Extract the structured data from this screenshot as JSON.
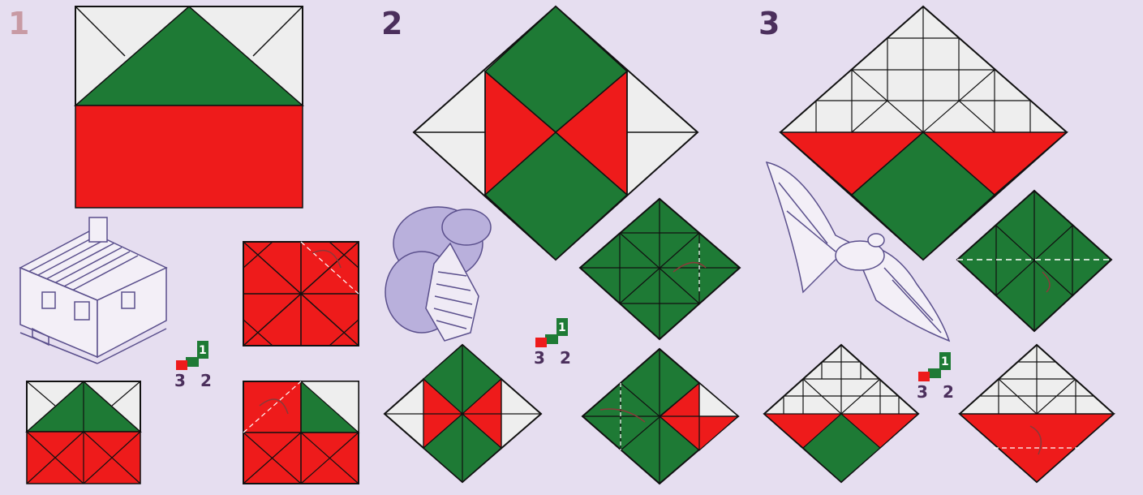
{
  "steps": [
    {
      "number": "1"
    },
    {
      "number": "2"
    },
    {
      "number": "3"
    }
  ],
  "colors": {
    "background": "#e6def0",
    "green": "#1e7a35",
    "red": "#ee1b1b",
    "white": "#eeeeee",
    "line": "#111111",
    "sketch": "#5a4f8c"
  },
  "icons": [
    "house-sketch-icon",
    "pine-branch-sketch-icon",
    "bat-sketch-icon",
    "rotation-hint-icon"
  ],
  "rotation_hints": [
    {
      "labels": [
        "1",
        "2",
        "3"
      ]
    },
    {
      "labels": [
        "1",
        "2",
        "3"
      ]
    },
    {
      "labels": [
        "1",
        "2",
        "3"
      ]
    }
  ]
}
